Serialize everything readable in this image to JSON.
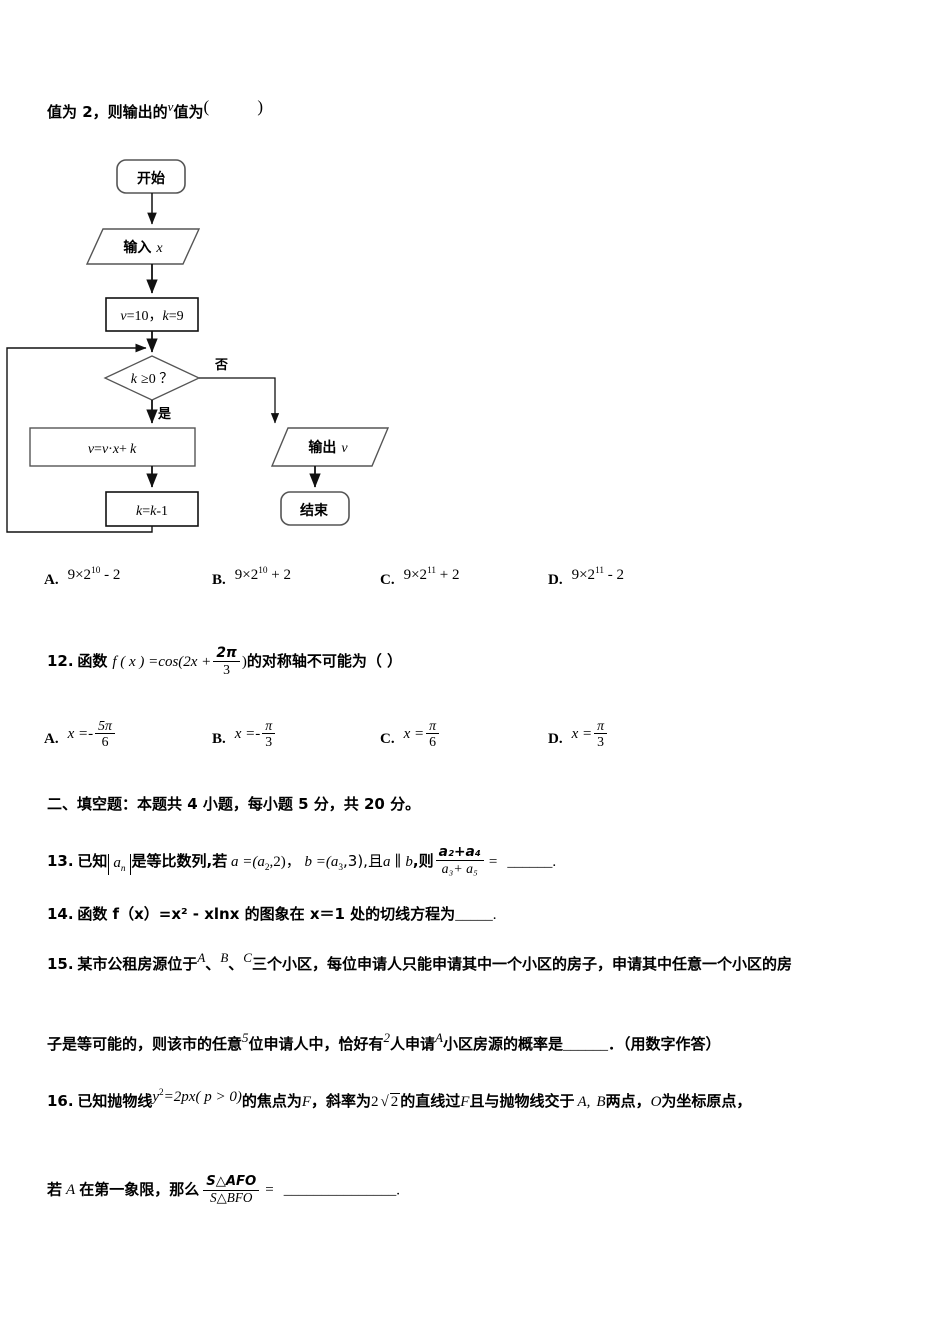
{
  "document": {
    "type": "chinese-math-exam-page",
    "stem_top": {
      "text_before": "值为 2，则输出的",
      "var": "v",
      "text_after": "值为",
      "answer_parens": "(        )"
    }
  },
  "flowchart": {
    "title": "program-flowchart",
    "nodes": {
      "start": "开始",
      "input": "输入 x",
      "init": "v=10，k=9",
      "decision": "k ≥0 ？",
      "process": "v=v·x+ k",
      "decrement": "k=k-1",
      "output": "输出 v",
      "end": "结束"
    },
    "branch_labels": {
      "no": "否",
      "yes": "是"
    }
  },
  "question_11_options": [
    {
      "label": "A.",
      "base": "9×2",
      "exp": "10",
      "tail": "- 2"
    },
    {
      "label": "B.",
      "base": "9×2",
      "exp": "10",
      "tail": "+ 2"
    },
    {
      "label": "C.",
      "base": "9×2",
      "exp": "11",
      "tail": "+ 2"
    },
    {
      "label": "D.",
      "base": "9×2",
      "exp": "11",
      "tail": "- 2"
    }
  ],
  "question_12": {
    "number": "12.",
    "text_before": "函数",
    "func": "f ( x ) =cos(2x +",
    "frac_num": "2π",
    "frac_den": "3",
    "func_close": ")",
    "text_after": "的对称轴不可能为（    ）",
    "options": [
      {
        "label": "A.",
        "lhs": "x =-",
        "num": "5π",
        "den": "6"
      },
      {
        "label": "B.",
        "lhs": "x =-",
        "num": "π",
        "den": "3"
      },
      {
        "label": "C.",
        "lhs": "x =",
        "num": "π",
        "den": "6"
      },
      {
        "label": "D.",
        "lhs": "x =",
        "num": "π",
        "den": "3"
      }
    ]
  },
  "section_two": {
    "heading": "二、填空题：本题共 4 小题，每小题 5 分，共 20 分。"
  },
  "question_13": {
    "number": "13.",
    "part1": "已知",
    "seq": "a",
    "seq_sub": "n",
    "part2": "是等比数列,若",
    "vec_a": "a =(a",
    "vec_a_sub": "2",
    "vec_a_end": ",2)，",
    "vec_b": "b =(a",
    "vec_b_sub": "3",
    "vec_b_end": ",3),且",
    "par_a": "a",
    "par_sym": "∥",
    "par_b": "b",
    "part3": ",则",
    "frac_num": "a₂+a₄",
    "frac_den": "a₃+ a₅",
    "equals": "=",
    "blank": "______",
    "period": "."
  },
  "question_14": {
    "number": "14.",
    "text": "函数 f（x）=x² - xlnx 的图象在 x＝1 处的切线方程为",
    "blank": "_____",
    "period": "."
  },
  "question_15": {
    "number": "15.",
    "line1_a": "某市公租房源位于",
    "zone_a": "A",
    "sep1": "、",
    "zone_b": "B",
    "sep2": "、",
    "zone_c": "C",
    "line1_b": "三个小区，每位申请人只能申请其中一个小区的房子，申请其中任意一个小区的房",
    "line2_a": "子是等可能的，则该市的任意",
    "count_people": "5",
    "line2_b": "位申请人中，恰好有",
    "count_exact": "2",
    "line2_c": "人申请",
    "zone_target": "A",
    "line2_d": "小区房源的概率是",
    "blank": "______",
    "line2_e": "．（用数字作答）"
  },
  "question_16": {
    "number": "16.",
    "line1_a": "已知抛物线",
    "parabola": "y",
    "parabola_exp": "2",
    "parabola_rest": "=2px( p > 0)",
    "line1_b": "的焦点为",
    "focus": "F",
    "line1_c": "，斜率为",
    "slope_coef": "2",
    "slope_radicand": "2",
    "line1_d": "的直线过",
    "focus2": "F",
    "line1_e": "且与抛物线交于",
    "point_a": "A,",
    "point_b": "B",
    "line1_f": "两点，",
    "origin": "O",
    "line1_g": "为坐标原点，",
    "line2_a": "若",
    "point_a2": "A",
    "line2_b": "在第一象限，那么",
    "ratio_num": "S△AFO",
    "ratio_den": "S△BFO",
    "equals": "=",
    "blank": "_______________",
    "period": "."
  }
}
